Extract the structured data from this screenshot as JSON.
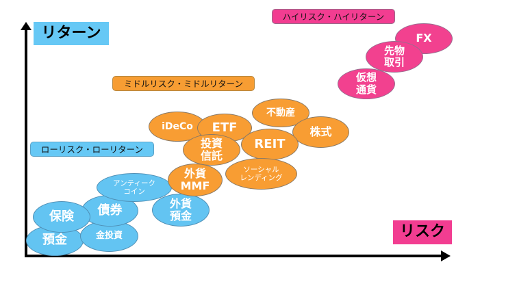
{
  "axes": {
    "y_label": "リターン",
    "x_label": "リスク"
  },
  "zones": {
    "low": "ローリスク・ローリターン",
    "mid": "ミドルリスク・ミドルリターン",
    "high": "ハイリスク・ハイリターン"
  },
  "colors": {
    "low": "#63c4f2",
    "mid": "#f89d33",
    "high": "#f2418f"
  },
  "bubbles": {
    "yokin": "預金",
    "hoken": "保険",
    "saiken": "債券",
    "kin": "金投資",
    "antique": "アンティーク\nコイン",
    "gaika_yokin": "外貨\n預金",
    "gaika_mmf": "外貨\nMMF",
    "social": "ソーシャル\nレンディング",
    "toshin": "投資\n信託",
    "ideco": "iDeCo",
    "etf": "ETF",
    "reit": "REIT",
    "fudosan": "不動産",
    "kabushiki": "株式",
    "kaso": "仮想\n通貨",
    "sakimono": "先物\n取引",
    "fx": "FX"
  }
}
